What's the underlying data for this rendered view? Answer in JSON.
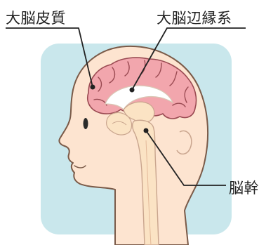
{
  "labels": {
    "cerebral_cortex": "大脳皮質",
    "limbic_system": "大脳辺縁系",
    "brainstem": "脳幹"
  },
  "colors": {
    "background_panel": "#c9e7ec",
    "skin": "#fde4d0",
    "skin_outline": "#7a5a48",
    "cortex": "#f2a6ad",
    "cortex_outline": "#9a4a52",
    "limbic": "#ffffff",
    "brainstem_fill": "#fbe3c4",
    "leader_line": "#222222"
  }
}
